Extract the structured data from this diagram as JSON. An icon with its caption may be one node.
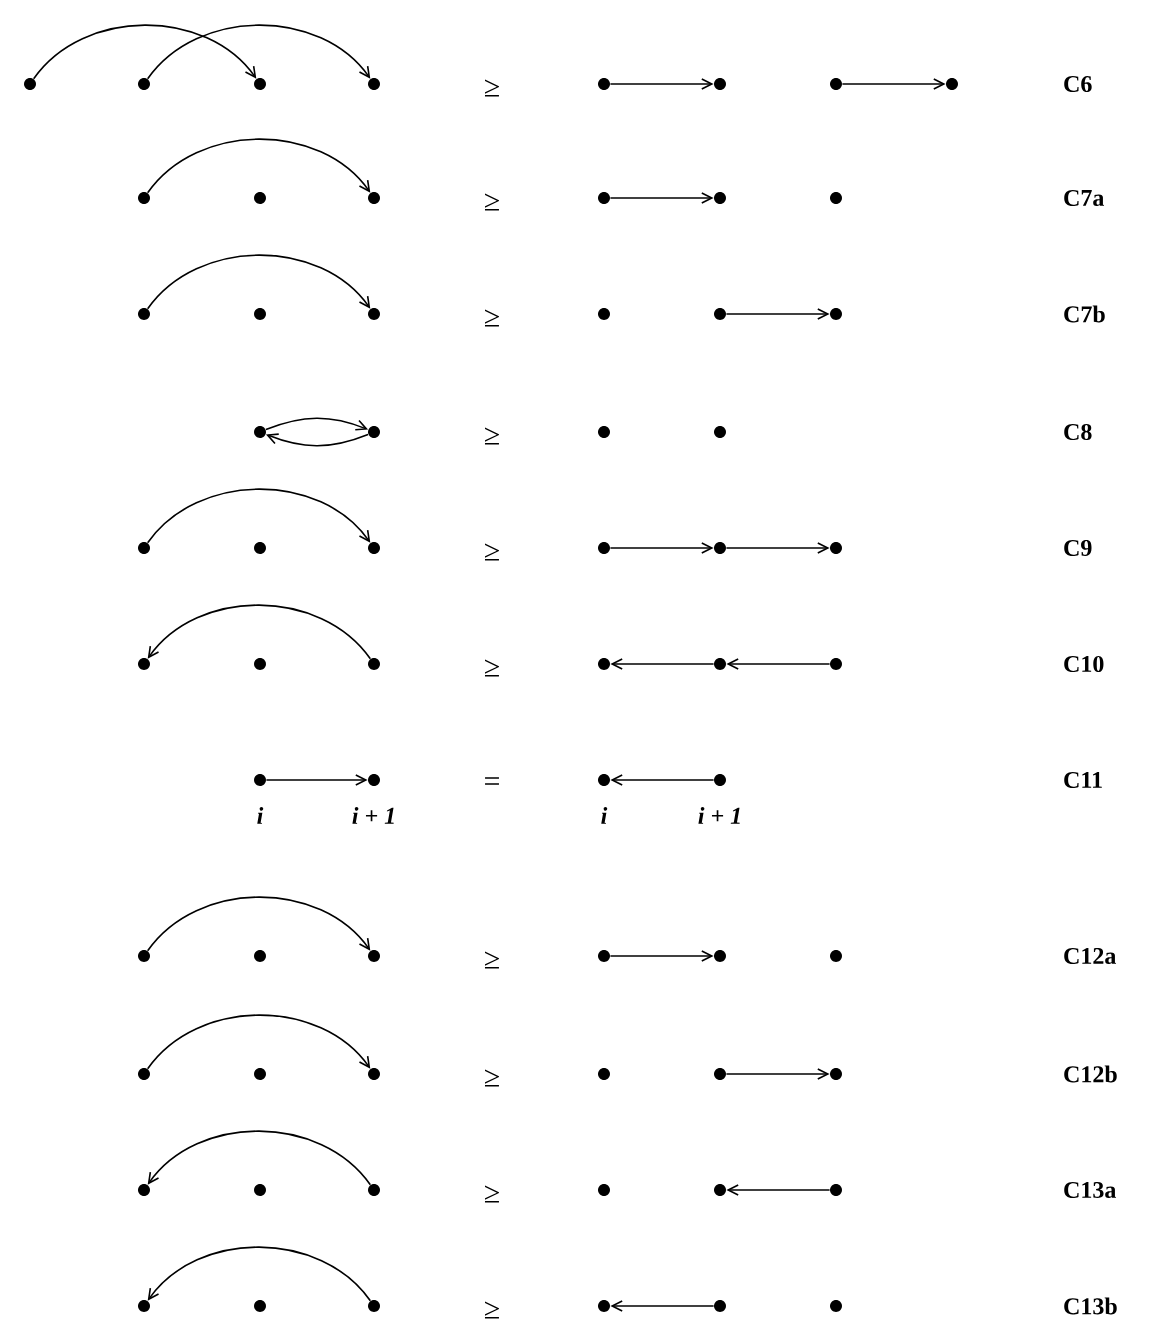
{
  "diagram": {
    "nodes": [
      {
        "text": [],
        "shape": "circle"
      },
      {
        "text": [],
        "shape": "circle"
      },
      {
        "text": [],
        "shape": "circle"
      },
      {
        "text": [],
        "shape": "circle"
      },
      {
        "text": [],
        "shape": "circle"
      },
      {
        "text": [],
        "shape": "circle"
      },
      {
        "text": [],
        "shape": "circle"
      },
      {
        "text": [],
        "shape": "circle"
      },
      {
        "text": [],
        "shape": "circle"
      },
      {
        "text": [],
        "shape": "circle"
      },
      {
        "text": [],
        "shape": "circle"
      },
      {
        "text": [],
        "shape": "circle"
      },
      {
        "text": [],
        "shape": "circle"
      },
      {
        "text": [],
        "shape": "circle"
      },
      {
        "text": [],
        "shape": "circle"
      },
      {
        "text": [],
        "shape": "circle"
      },
      {
        "text": [],
        "shape": "circle"
      },
      {
        "text": [],
        "shape": "circle"
      },
      {
        "text": [],
        "shape": "circle"
      },
      {
        "text": [],
        "shape": "circle"
      },
      {
        "text": [],
        "shape": "circle"
      },
      {
        "text": [],
        "shape": "circle"
      },
      {
        "text": [],
        "shape": "circle"
      },
      {
        "text": [],
        "shape": "circle"
      },
      {
        "text": [],
        "shape": "circle"
      },
      {
        "text": [],
        "shape": "circle"
      },
      {
        "text": [],
        "shape": "circle"
      },
      {
        "text": [],
        "shape": "circle"
      },
      {
        "text": [],
        "shape": "circle"
      },
      {
        "text": [],
        "shape": "circle"
      },
      {
        "text": [],
        "shape": "circle"
      },
      {
        "text": [],
        "shape": "circle"
      },
      {
        "text": [],
        "shape": "circle"
      },
      {
        "text": [],
        "shape": "circle"
      },
      {
        "text": [],
        "shape": "circle"
      },
      {
        "text": [],
        "shape": "circle"
      },
      {
        "text": [],
        "shape": "circle",
        "beside": [
          "i"
        ]
      },
      {
        "text": [],
        "shape": "circle",
        "beside": [
          "i + 1"
        ]
      },
      {
        "text": [],
        "shape": "circle",
        "beside": [
          "i"
        ]
      },
      {
        "text": [],
        "shape": "circle",
        "beside": [
          "i + 1"
        ]
      },
      {
        "text": [],
        "shape": "circle"
      },
      {
        "text": [],
        "shape": "circle"
      },
      {
        "text": [],
        "shape": "circle"
      },
      {
        "text": [],
        "shape": "circle"
      },
      {
        "text": [],
        "shape": "circle"
      },
      {
        "text": [],
        "shape": "circle"
      },
      {
        "text": [],
        "shape": "circle"
      },
      {
        "text": [],
        "shape": "circle"
      },
      {
        "text": [],
        "shape": "circle"
      },
      {
        "text": [],
        "shape": "circle"
      },
      {
        "text": [],
        "shape": "circle"
      },
      {
        "text": [],
        "shape": "circle"
      },
      {
        "text": [],
        "shape": "circle"
      },
      {
        "text": [],
        "shape": "circle"
      },
      {
        "text": [],
        "shape": "circle"
      },
      {
        "text": [],
        "shape": "circle"
      },
      {
        "text": [],
        "shape": "circle"
      },
      {
        "text": [],
        "shape": "circle"
      },
      {
        "text": [],
        "shape": "circle"
      },
      {
        "text": [],
        "shape": "circle"
      },
      {
        "text": [],
        "shape": "circle"
      },
      {
        "text": [],
        "shape": "circle"
      },
      {
        "text": [],
        "shape": "circle"
      },
      {
        "text": [],
        "shape": "circle"
      }
    ],
    "edges": [
      {
        "from": 0,
        "to": 2,
        "arrow": "to"
      },
      {
        "from": 1,
        "to": 3,
        "arrow": "to"
      },
      {
        "from": 4,
        "to": 5,
        "arrow": "to"
      },
      {
        "from": 6,
        "to": 7,
        "arrow": "to"
      },
      {
        "from": 8,
        "to": 10,
        "arrow": "to"
      },
      {
        "from": 11,
        "to": 12,
        "arrow": "to"
      },
      {
        "from": 14,
        "to": 16,
        "arrow": "to"
      },
      {
        "from": 18,
        "to": 19,
        "arrow": "to"
      },
      {
        "from": 20,
        "to": 21,
        "arrow": "to"
      },
      {
        "from": 21,
        "to": 20,
        "arrow": "to"
      },
      {
        "from": 24,
        "to": 26,
        "arrow": "to"
      },
      {
        "from": 27,
        "to": 28,
        "arrow": "to"
      },
      {
        "from": 28,
        "to": 29,
        "arrow": "to"
      },
      {
        "from": 32,
        "to": 30,
        "arrow": "to"
      },
      {
        "from": 35,
        "to": 34,
        "arrow": "to"
      },
      {
        "from": 34,
        "to": 33,
        "arrow": "to"
      },
      {
        "from": 36,
        "to": 37,
        "arrow": "to"
      },
      {
        "from": 39,
        "to": 38,
        "arrow": "to"
      },
      {
        "from": 40,
        "to": 42,
        "arrow": "to"
      },
      {
        "from": 43,
        "to": 44,
        "arrow": "to"
      },
      {
        "from": 46,
        "to": 48,
        "arrow": "to"
      },
      {
        "from": 50,
        "to": 51,
        "arrow": "to"
      },
      {
        "from": 54,
        "to": 52,
        "arrow": "to"
      },
      {
        "from": 57,
        "to": 56,
        "arrow": "to"
      },
      {
        "from": 60,
        "to": 58,
        "arrow": "to"
      },
      {
        "from": 62,
        "to": 61,
        "arrow": "to"
      }
    ],
    "labels": [
      "≥",
      "C6",
      "≥",
      "C7a",
      "≥",
      "C7b",
      "≥",
      "C8",
      "≥",
      "C9",
      "≥",
      "C10",
      "=",
      "C11",
      "≥",
      "C12a",
      "≥",
      "C12b",
      "≥",
      "C13a",
      "≥",
      "C13b"
    ]
  }
}
